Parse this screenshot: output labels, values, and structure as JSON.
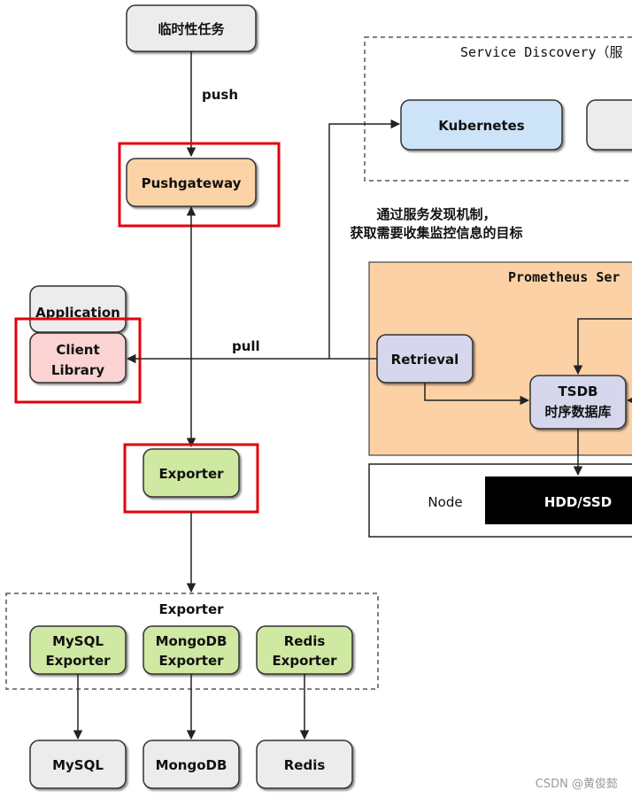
{
  "nodes": {
    "temp_task": "临时性任务",
    "pushgateway": "Pushgateway",
    "application": "Application",
    "client_library_1": "Client",
    "client_library_2": "Library",
    "exporter": "Exporter",
    "kubernetes": "Kubernetes",
    "retrieval": "Retrieval",
    "tsdb_1": "TSDB",
    "tsdb_2": "时序数据库",
    "node": "Node",
    "hdd_ssd": "HDD/SSD",
    "mysql_exporter_1": "MySQL",
    "mysql_exporter_2": "Exporter",
    "mongodb_exporter_1": "MongoDB",
    "mongodb_exporter_2": "Exporter",
    "redis_exporter_1": "Redis",
    "redis_exporter_2": "Exporter",
    "mysql": "MySQL",
    "mongodb": "MongoDB",
    "redis": "Redis"
  },
  "groups": {
    "service_discovery": "Service Discovery（服",
    "prometheus_server": "Prometheus Ser",
    "exporter_group": "Exporter"
  },
  "edges": {
    "push": "push",
    "pull": "pull",
    "discovery_note_1": "通过服务发现机制，",
    "discovery_note_2": "获取需要收集监控信息的目标"
  },
  "watermark": "CSDN @黄俊懿",
  "colors": {
    "gray_box": "#ececec",
    "orange_box": "#fcd3a7",
    "pink_box": "#fbd3d3",
    "green_box": "#cfe8a2",
    "blue_box": "#cde3f7",
    "lavender_box": "#d6d6ec",
    "prometheus_bg": "#fcd1a6",
    "highlight_red": "#e3000b",
    "hdd_bg": "#000000"
  }
}
